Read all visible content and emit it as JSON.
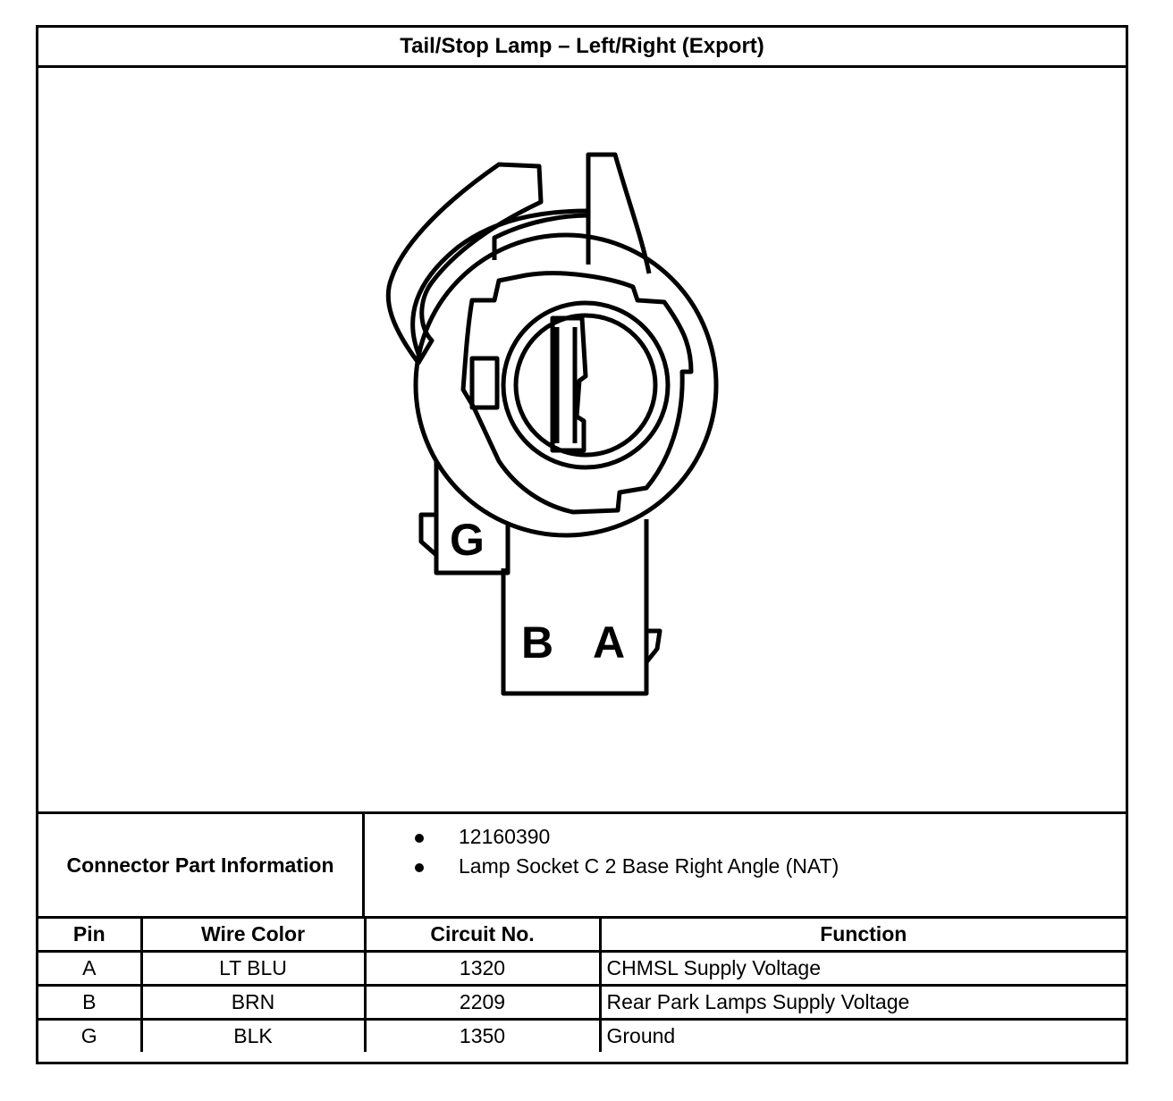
{
  "title": "Tail/Stop Lamp – Left/Right (Export)",
  "diagram": {
    "pin_labels": [
      "G",
      "B",
      "A"
    ]
  },
  "connector_info": {
    "label": "Connector Part Information",
    "items": [
      "12160390",
      "Lamp Socket C 2 Base Right Angle (NAT)"
    ]
  },
  "pin_table": {
    "headers": [
      "Pin",
      "Wire Color",
      "Circuit No.",
      "Function"
    ],
    "rows": [
      [
        "A",
        "LT BLU",
        "1320",
        "CHMSL Supply Voltage"
      ],
      [
        "B",
        "BRN",
        "2209",
        "Rear Park Lamps Supply Voltage"
      ],
      [
        "G",
        "BLK",
        "1350",
        "Ground"
      ]
    ]
  }
}
